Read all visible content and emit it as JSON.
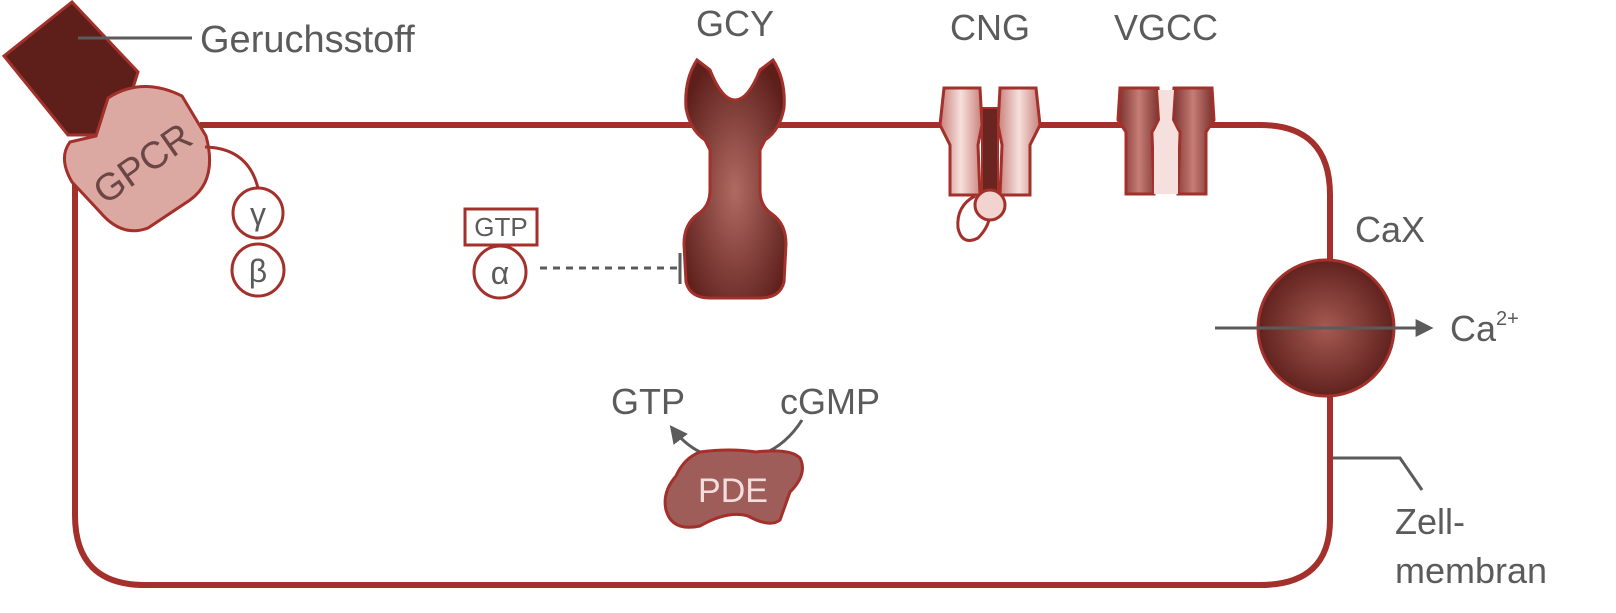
{
  "labels": {
    "odorant": "Geruchsstoff",
    "gcy": "GCY",
    "cng": "CNG",
    "vgcc": "VGCC",
    "cax": "CaX",
    "ca_base": "Ca",
    "ca_sup": "2+",
    "membrane_line1": "Zell-",
    "membrane_line2": "membran",
    "gpcr": "GPCR",
    "gamma": "γ",
    "beta": "β",
    "alpha": "α",
    "gtp_box": "GTP",
    "gtp_product": "GTP",
    "cgmp": "cGMP",
    "pde": "PDE"
  },
  "colors": {
    "membrane": "#a3302a",
    "odorant_fill": "#5e1f1b",
    "gpcr_fill": "#dca8a2",
    "protein_dark": "#6b2521",
    "protein_mid": "#9a4640",
    "channel_light": "#f3d3cf",
    "pde_fill": "#9e5d58",
    "text": "#5b5b5b",
    "arrow": "#5b5b5b"
  }
}
